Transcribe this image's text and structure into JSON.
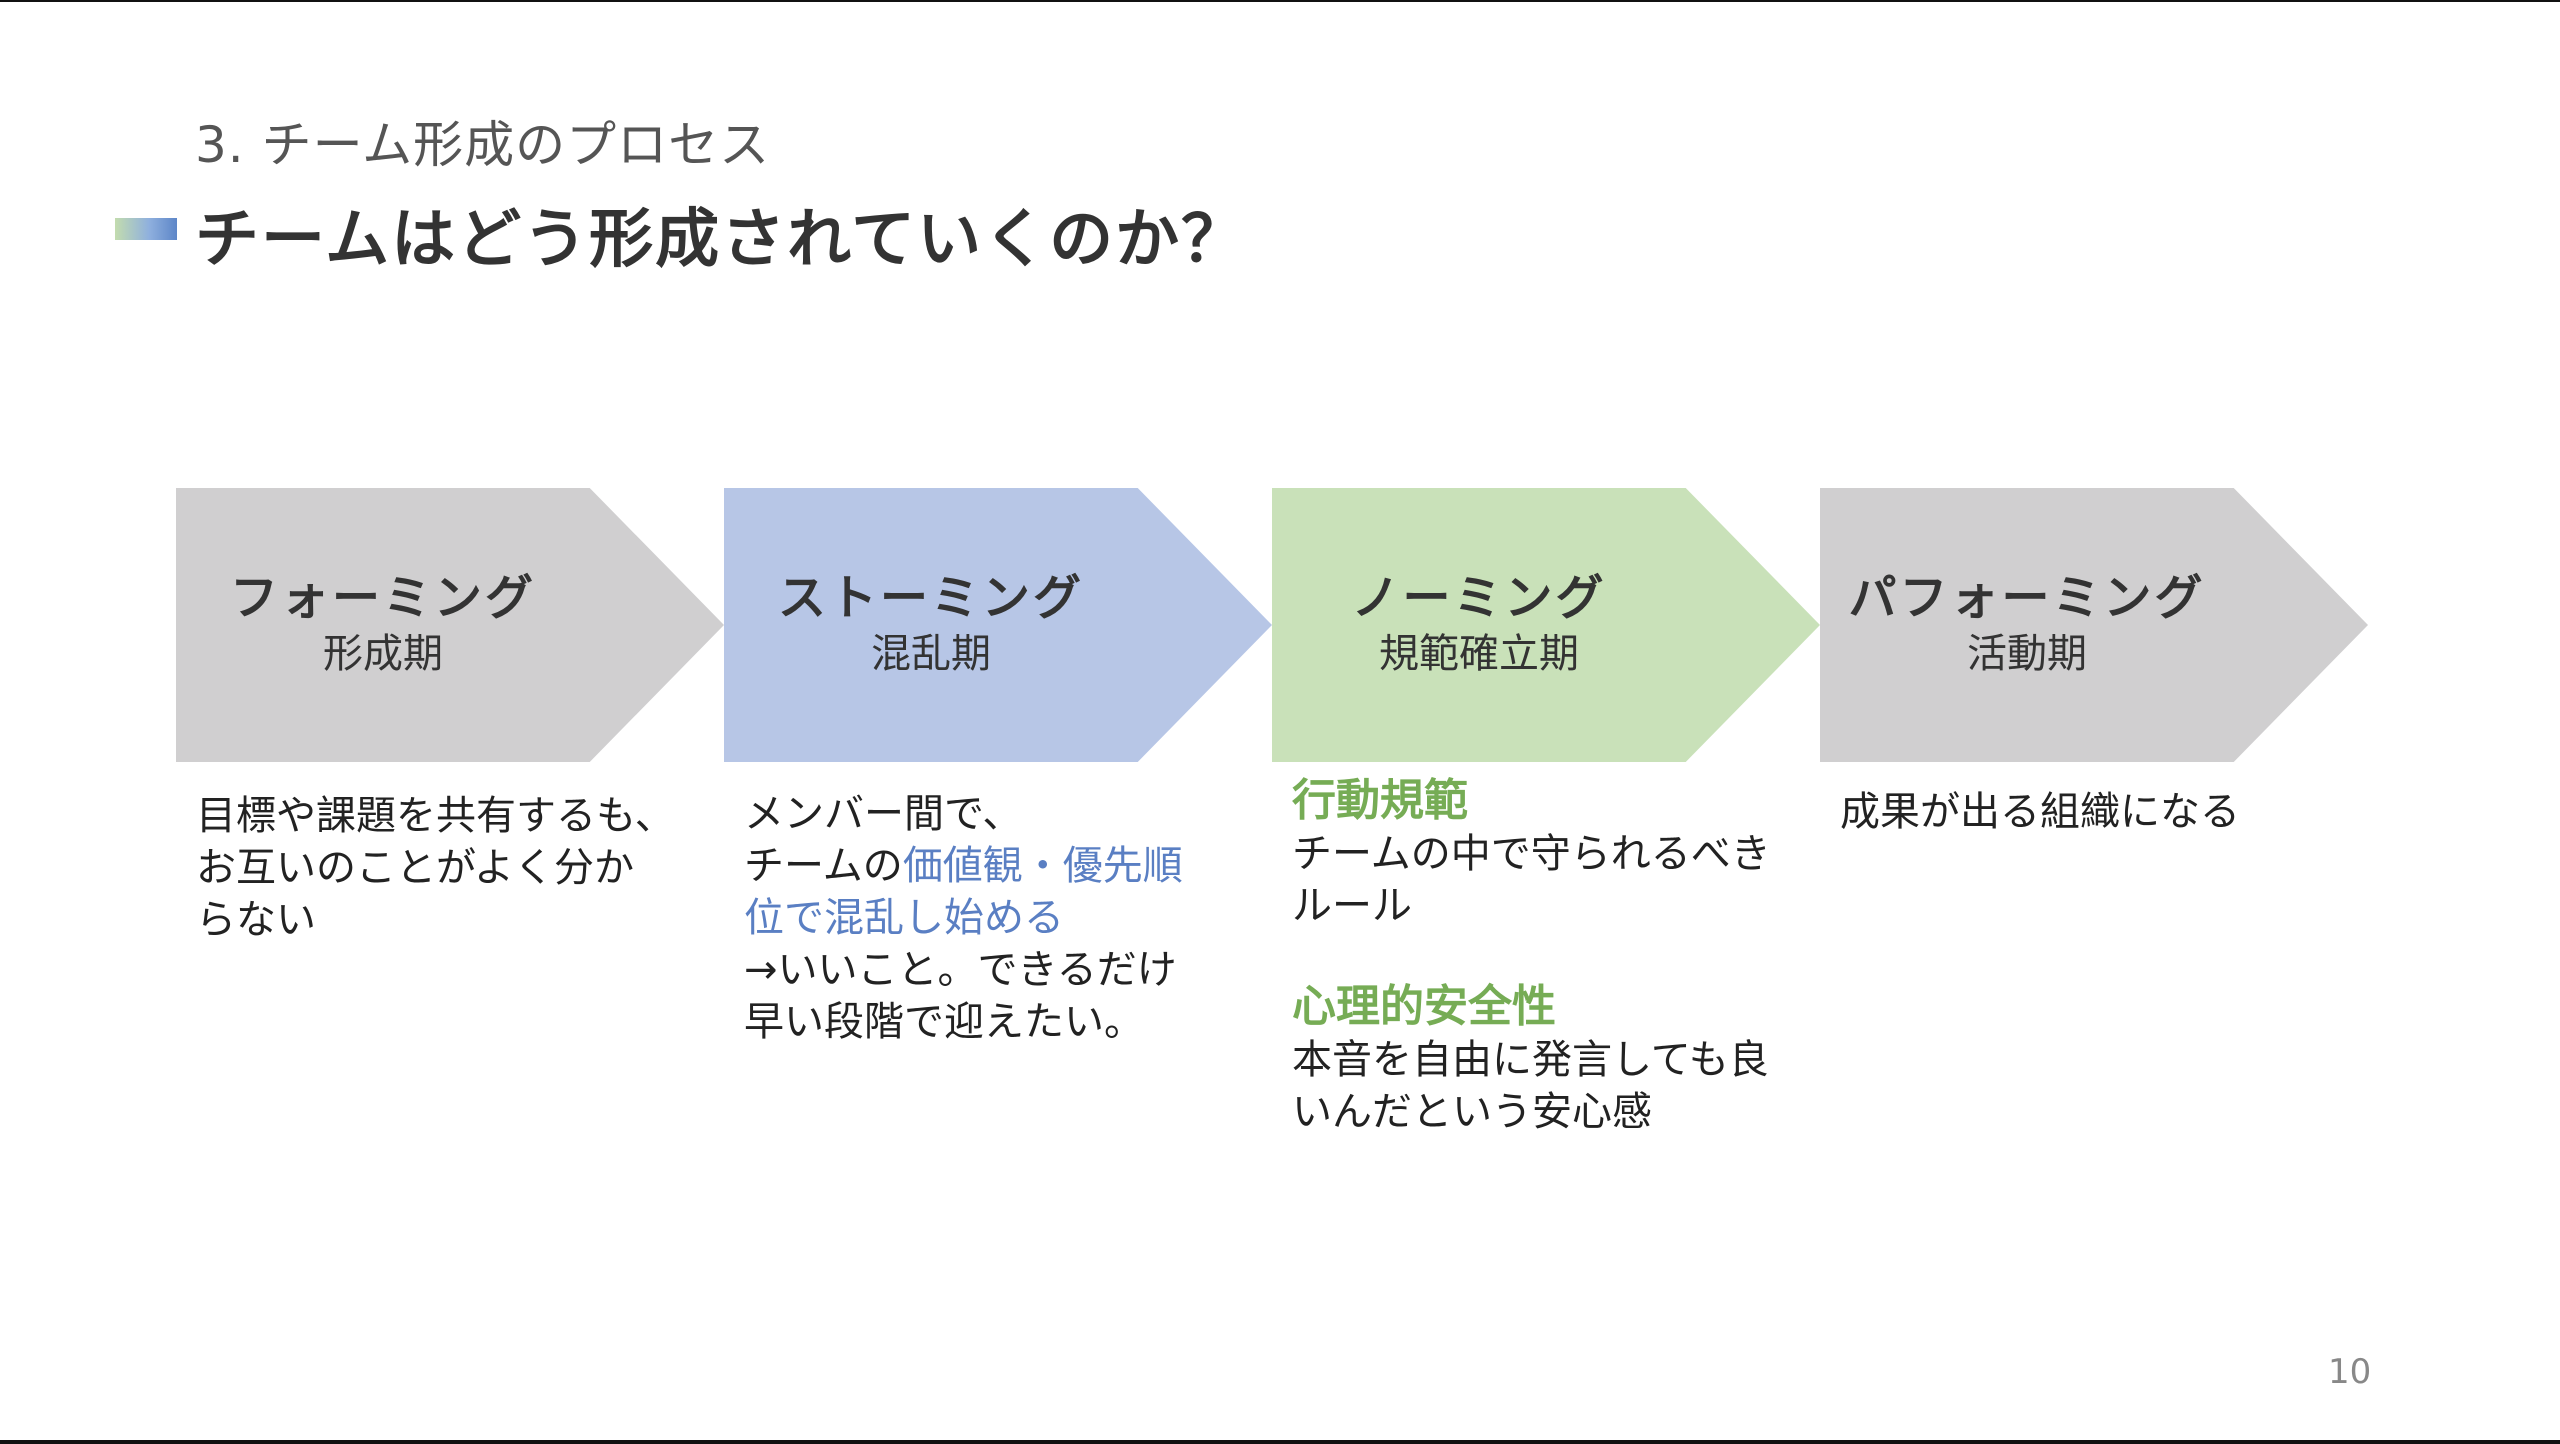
{
  "header": {
    "section_label": "3. チーム形成のプロセス",
    "title": "チームはどう形成されていくのか？"
  },
  "colors": {
    "forming": "#d0cfd0",
    "storming": "#b7c6e6",
    "norming": "#c9e1b9",
    "performing": "#d0cfd0",
    "highlight_blue": "#5a7fc3",
    "highlight_green": "#76ac55"
  },
  "stages": [
    {
      "name": "フォーミング",
      "sub": "形成期",
      "desc": [
        "目標や課題を共有するも、",
        "お互いのことがよく分か",
        "らない"
      ]
    },
    {
      "name": "ストーミング",
      "sub": "混乱期",
      "desc_line1": "メンバー間で、",
      "desc_line2_plain": "チームの",
      "desc_line2_highlight": "価値観・優先順",
      "desc_line3_highlight": "位で混乱し始める",
      "desc_line4": "→いいこと。できるだけ",
      "desc_line5": "早い段階で迎えたい。"
    },
    {
      "name": "ノーミング",
      "sub": "規範確立期",
      "heading1": "行動規範",
      "heading1_desc": [
        "チームの中で守られるべき",
        "ルール"
      ],
      "heading2": "心理的安全性",
      "heading2_desc": [
        "本音を自由に発言しても良",
        "いんだという安心感"
      ]
    },
    {
      "name": "パフォーミング",
      "sub": "活動期",
      "desc": [
        "成果が出る組織になる"
      ]
    }
  ],
  "footer": {
    "page_number": "10"
  }
}
